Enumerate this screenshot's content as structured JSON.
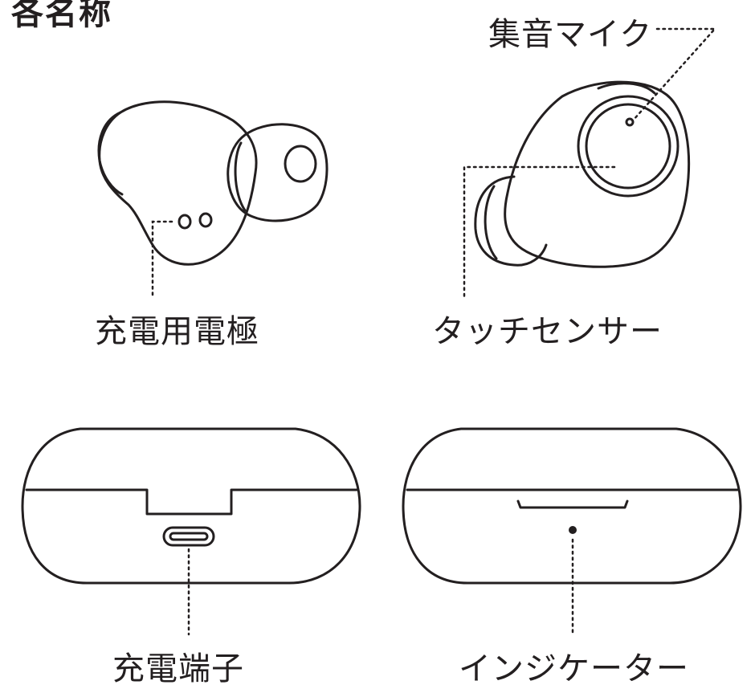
{
  "page": {
    "title": "各名称"
  },
  "labels": {
    "microphone": "集音マイク",
    "charging_electrode": "充電用電極",
    "touch_sensor": "タッチセンサー",
    "charging_port": "充電端子",
    "indicator": "インジケーター"
  },
  "colors": {
    "line": "#231f20",
    "background": "#ffffff"
  }
}
